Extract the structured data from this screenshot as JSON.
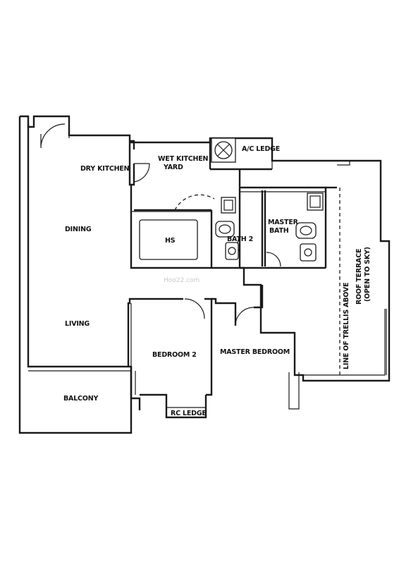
{
  "rooms": {
    "dry_kitchen": "DRY KITCHEN",
    "wet_kitchen": "WET KITCHEN",
    "yard": "YARD",
    "ac_ledge": "A/C LEDGE",
    "dining": "DINING",
    "hs": "HS",
    "bath2": "BATH 2",
    "master_bath_1": "MASTER",
    "master_bath_2": "BATH",
    "living": "LIVING",
    "bedroom2": "BEDROOM 2",
    "master_bedroom": "MASTER BEDROOM",
    "balcony": "BALCONY",
    "rc_ledge": "RC LEDGE",
    "roof_terrace_1": "ROOF TERRACE",
    "roof_terrace_2": "(OPEN TO SKY)",
    "trellis": "LINE OF TRELLIS ABOVE"
  },
  "watermark": "Hoo22.com"
}
